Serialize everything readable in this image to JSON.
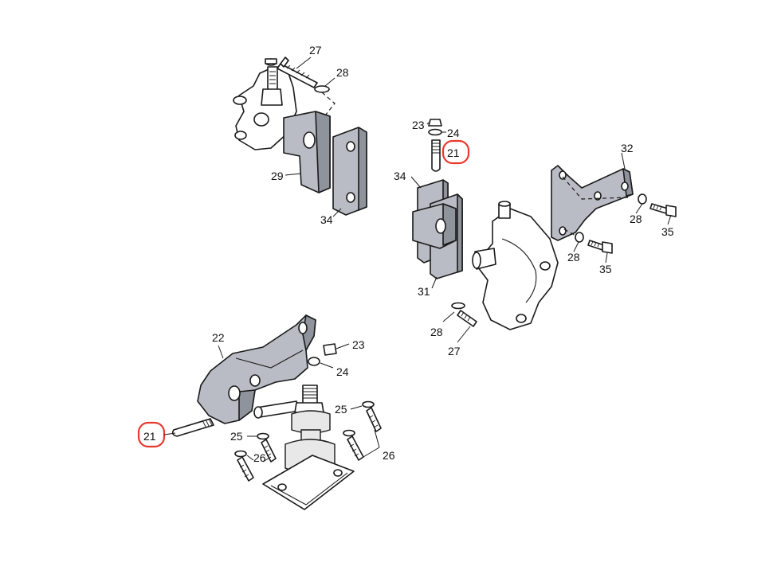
{
  "callouts": {
    "top_27": "27",
    "top_28": "28",
    "top_29": "29",
    "top_34": "34",
    "mid_23": "23",
    "mid_24": "24",
    "mid_21": "21",
    "mid_34": "34",
    "mid_31": "31",
    "mid_28": "28",
    "mid_27": "27",
    "right_32": "32",
    "right_28a": "28",
    "right_35a": "35",
    "right_28b": "28",
    "right_35b": "35",
    "bot_22": "22",
    "bot_23": "23",
    "bot_24": "24",
    "bot_21": "21",
    "bot_25a": "25",
    "bot_26a": "26",
    "bot_25b": "25",
    "bot_26b": "26"
  },
  "colors": {
    "highlight": "#e8392e",
    "bracket_grey": "#b9bcc4",
    "line": "#1a1a1a"
  }
}
